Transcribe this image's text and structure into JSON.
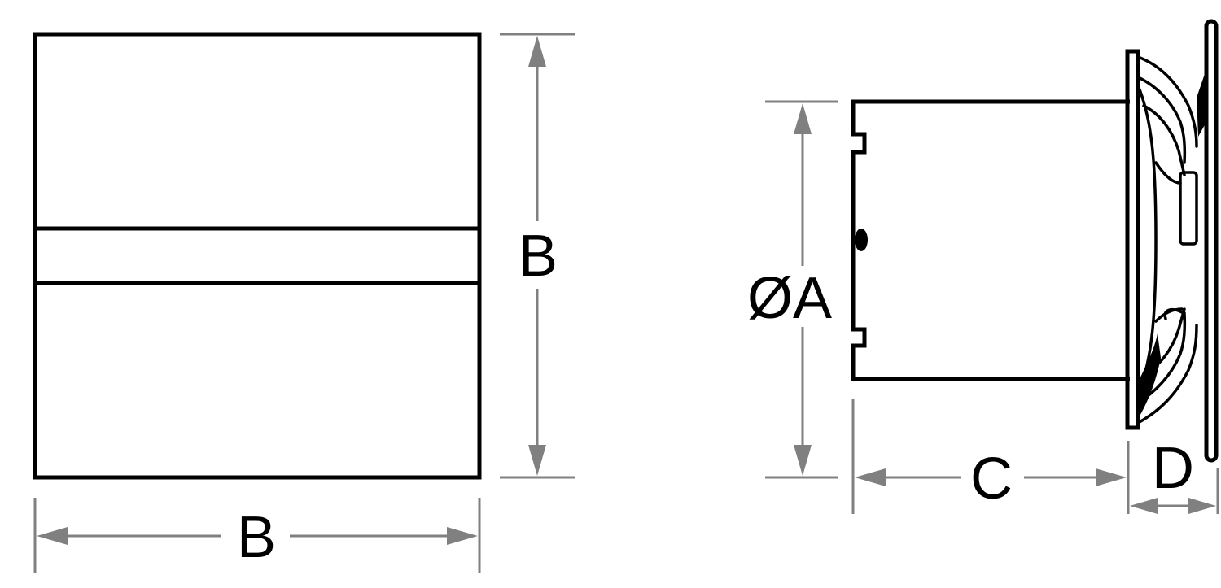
{
  "labels": {
    "front_height": "B",
    "front_width": "B",
    "diameter": "ØA",
    "duct_depth": "C",
    "cover_depth": "D"
  },
  "colors": {
    "outline": "#000000",
    "dimension": "#808080",
    "background": "#ffffff"
  }
}
